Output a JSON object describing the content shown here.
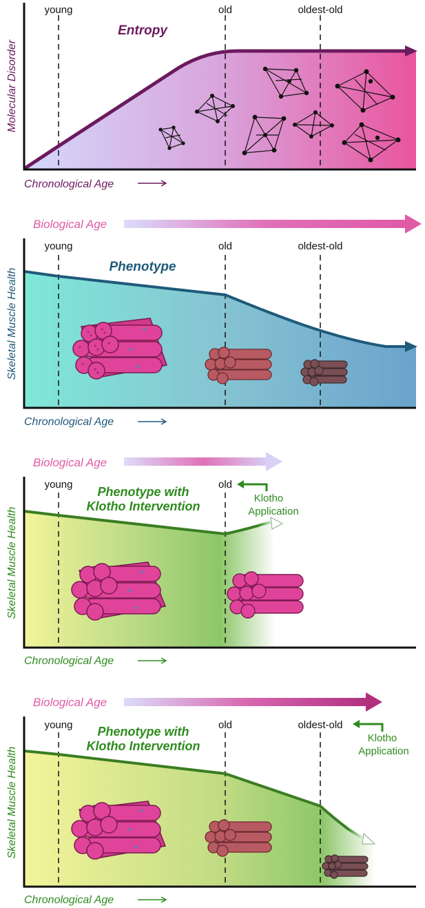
{
  "panel1": {
    "ylabel": "Molecular Disorder",
    "xlabel": "Chronological Age",
    "curve_label": "Entropy",
    "markers": [
      "young",
      "old",
      "oldest-old"
    ]
  },
  "panel2": {
    "bio_age": "Biological Age",
    "ylabel": "Skeletal Muscle Health",
    "xlabel": "Chronological Age",
    "curve_label": "Phenotype",
    "markers": [
      "young",
      "old",
      "oldest-old"
    ]
  },
  "panel3": {
    "bio_age": "Biological Age",
    "ylabel": "Skeletal Muscle Health",
    "xlabel": "Chronological Age",
    "curve_label_1": "Phenotype with",
    "curve_label_2": "Klotho Intervention",
    "markers": [
      "young",
      "old"
    ],
    "klotho_1": "Klotho",
    "klotho_2": "Application"
  },
  "panel4": {
    "bio_age": "Biological Age",
    "ylabel": "Skeletal Muscle Health",
    "xlabel": "Chronological Age",
    "curve_label_1": "Phenotype with",
    "curve_label_2": "Klotho Intervention",
    "markers": [
      "young",
      "old",
      "oldest-old"
    ],
    "klotho_1": "Klotho",
    "klotho_2": "Application"
  },
  "colors": {
    "entropy": "#6b1a5e",
    "phenotype": "#1f5a7a",
    "klotho": "#2e8b1e",
    "muscle_healthy": "#e0449a",
    "muscle_old": "#b85a62",
    "muscle_oldest": "#7a4f54"
  }
}
